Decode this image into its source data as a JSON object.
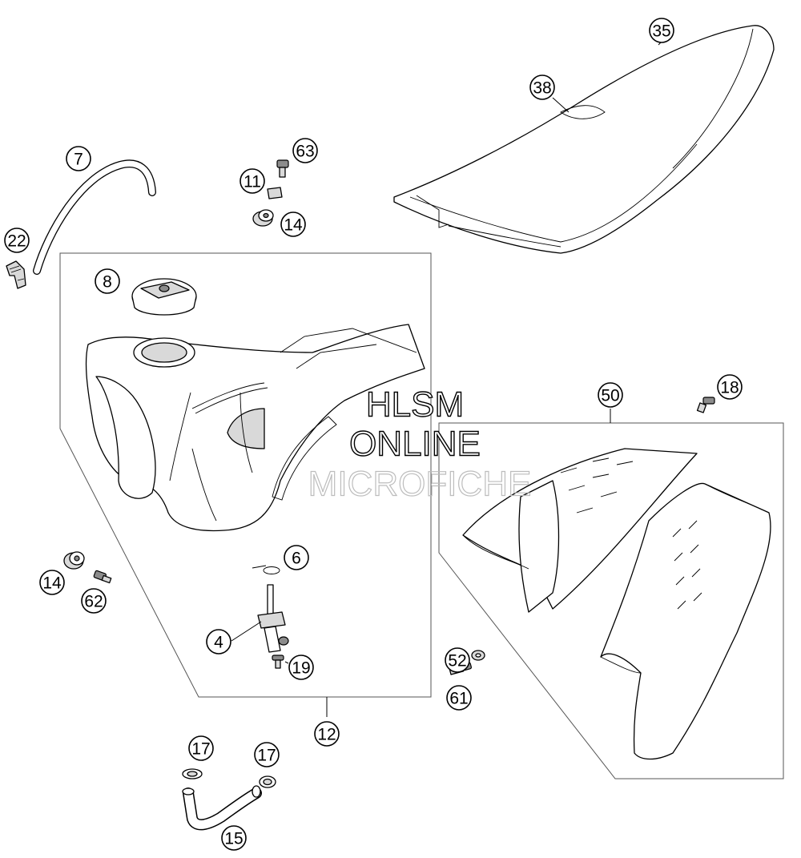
{
  "watermark": {
    "line1": "HLSM",
    "line2": "ONLINE",
    "line3": "MICROFICHE"
  },
  "callouts": {
    "c35": "35",
    "c38": "38",
    "c7": "7",
    "c63": "63",
    "c11": "11",
    "c14a": "14",
    "c22": "22",
    "c8": "8",
    "c18": "18",
    "c50": "50",
    "c6": "6",
    "c14b": "14",
    "c62": "62",
    "c4": "4",
    "c19": "19",
    "c52": "52",
    "c61": "61",
    "c12": "12",
    "c17a": "17",
    "c17b": "17",
    "c15": "15"
  }
}
